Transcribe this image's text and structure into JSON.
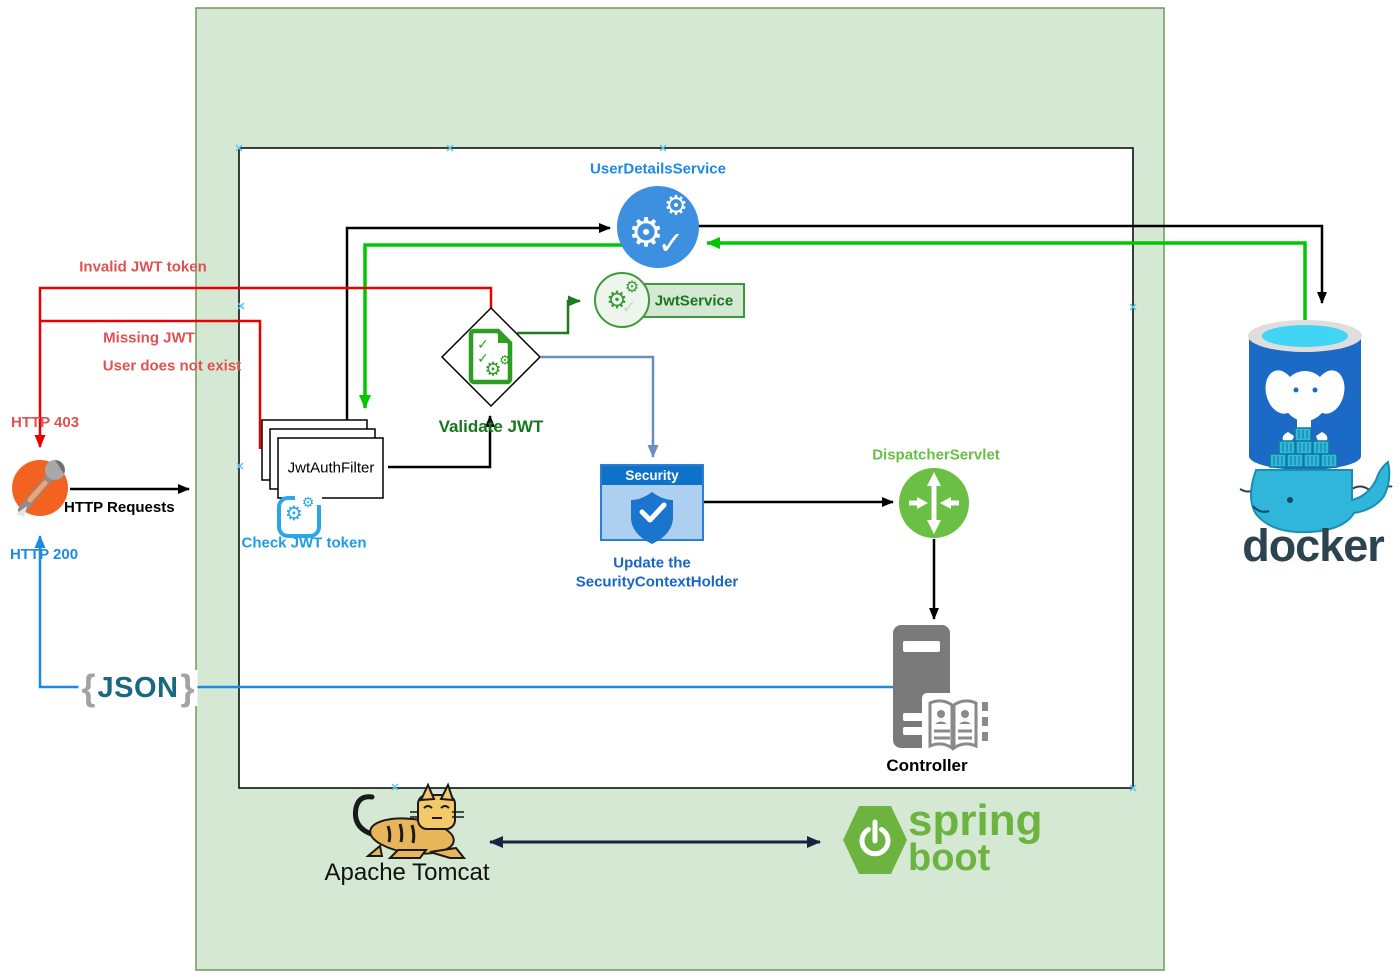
{
  "labels": {
    "user_details_service": "UserDetailsService",
    "jwt_service": "JwtService",
    "validate_jwt": "Validate JWT",
    "jwt_auth_filter": "JwtAuthFilter",
    "check_jwt_token": "Check JWT token",
    "security_header": "Security",
    "update_line1": "Update the",
    "update_line2": "SecurityContextHolder",
    "dispatcher_servlet": "DispatcherServlet",
    "controller": "Controller",
    "http_requests": "HTTP Requests",
    "http_403": "HTTP 403",
    "http_200": "HTTP 200",
    "invalid_jwt_token": "Invalid JWT token",
    "missing_jwt": "Missing JWT",
    "user_does_not_exist": "User does not exist",
    "json_brace_open": "{",
    "json_text": "JSON",
    "json_brace_close": "}",
    "apache_tomcat": "Apache Tomcat",
    "spring": "spring",
    "boot": "boot",
    "docker": "docker"
  },
  "icons": {
    "gear": "⚙",
    "check": "✓"
  },
  "colors": {
    "container_green_fill": "#d5e8d4",
    "container_green_border": "#6d9b57",
    "app_box_border": "#000000",
    "flow_black": "#000000",
    "flow_red": "#ea0000",
    "flow_bright_green": "#00c800",
    "flow_dark_green": "#1f7a1f",
    "flow_steel_blue": "#6c8ebf",
    "flow_blue": "#1e88e5",
    "flow_navy": "#1b2140",
    "red_text": "#e05252",
    "blue_text": "#1e88e5",
    "dark_green_text": "#17771c",
    "spring_green": "#6db33f",
    "dispatcher_green": "#6abf44",
    "user_details_circle": "#3d8fe0",
    "security_header_blue": "#0d72c8",
    "security_body_blue": "#aed0f0",
    "shield_blue": "#1b75cf",
    "postman_orange": "#f26322",
    "server_gray": "#7a7a7a",
    "docker_blue": "#1b6ac6",
    "docker_teal": "#2fb6da",
    "docker_text": "#2b4450",
    "json_teal": "#18687f"
  }
}
